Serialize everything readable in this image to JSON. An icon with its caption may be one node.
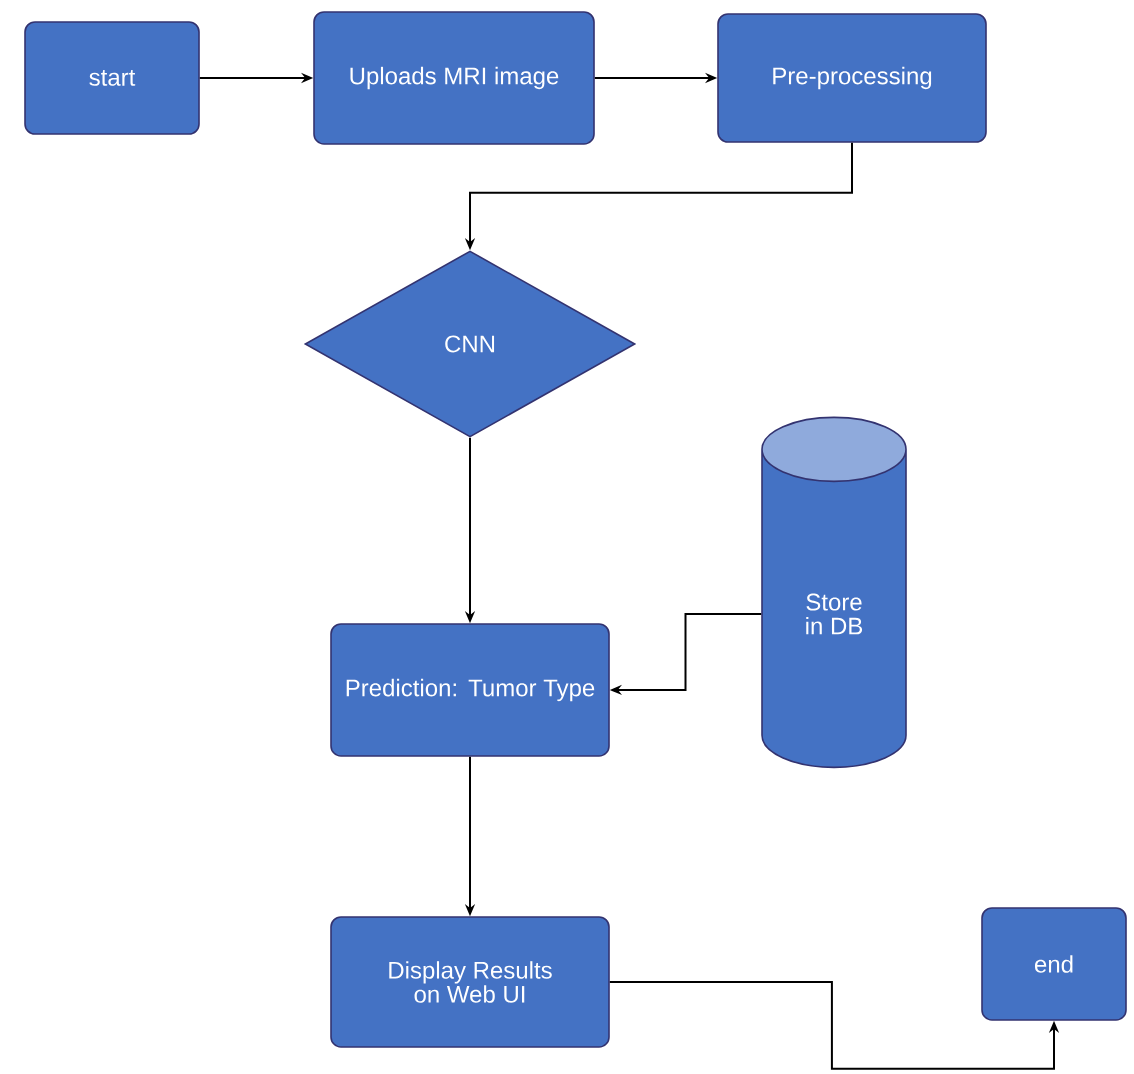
{
  "diagram": {
    "nodes": [
      {
        "text": [
          "start"
        ]
      },
      {
        "text": [
          "Uploads MRI image"
        ]
      },
      {
        "text": [
          "Pre-processing"
        ]
      },
      {
        "text": [
          "CNN"
        ]
      },
      {
        "text": [
          "Prediction: Tumor Type"
        ]
      },
      {
        "text": [
          "Store in DB"
        ]
      },
      {
        "text": [
          "Display Results on Web UI"
        ]
      },
      {
        "text": [
          "end"
        ]
      }
    ],
    "edges": [
      {
        "from": 0,
        "to": 1,
        "arrow": "to"
      },
      {
        "from": 1,
        "to": 2,
        "arrow": "to"
      },
      {
        "from": 2,
        "to": 3,
        "arrow": "to"
      },
      {
        "from": 3,
        "to": 4,
        "arrow": "to"
      },
      {
        "from": 5,
        "to": 4,
        "arrow": "to"
      },
      {
        "from": 4,
        "to": 6,
        "arrow": "to"
      },
      {
        "from": 6,
        "to": 7,
        "arrow": "to"
      }
    ]
  }
}
